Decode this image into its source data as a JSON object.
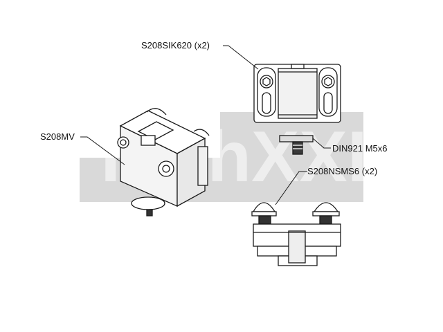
{
  "watermark": {
    "text": "TechXXL",
    "color": "#d2d2d2"
  },
  "labels": {
    "insert": "S208SIK620 (x2)",
    "assembly": "S208MV",
    "screw": "DIN921 M5x6",
    "slot_nut": "S208NSMS6 (x2)"
  },
  "colors": {
    "line": "#1a1a1a",
    "fill": "#ffffff",
    "shade": "#e6e6e6"
  }
}
